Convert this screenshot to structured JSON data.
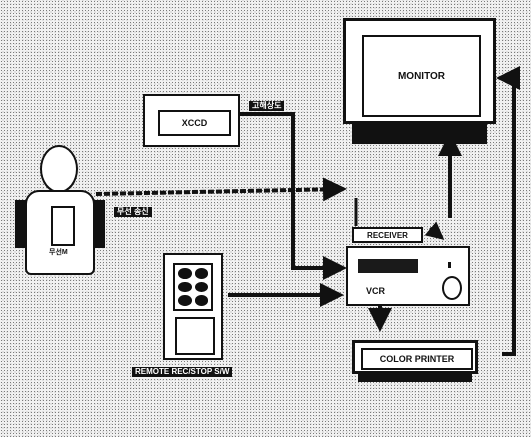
{
  "labels": {
    "monitor": "MONITOR",
    "ccd": "XCCD",
    "ccd_tag": "고해상도",
    "patient_tag": "무선 송신",
    "receiver": "RECEIVER",
    "vcr": "VCR",
    "color_printer": "COLOR PRINTER",
    "remote_tag": "REMOTE REC/STOP S/W",
    "device_label": "무선M"
  },
  "colors": {
    "ink": "#111111",
    "paper": "#ffffff",
    "screen": "#1a1a1a"
  }
}
